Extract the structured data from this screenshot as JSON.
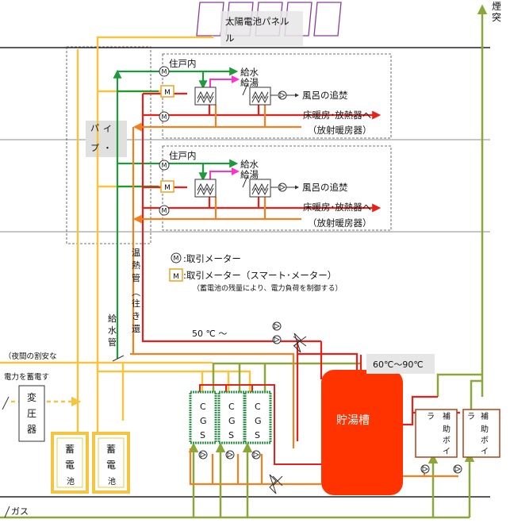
{
  "labels": {
    "solar_panel": "太陽電池パネル",
    "chimney": "煙突",
    "pipe_space": "パイプ",
    "unit_interior": "住戸内",
    "water_supply": "給水",
    "hot_water_supply": "給湯",
    "bath_reheat": "風呂の追焚",
    "floor_heating": "床暖房･放熱器へ",
    "radiant_heater": "（放射暖房器）",
    "meter_legend_m": "取引メーター",
    "meter_legend_smart": "取引メーター（スマート･メーター）",
    "meter_legend_note": "（蓄電池の残量により、電力負荷を制御する）",
    "hot_water_pipe": "温熱管（往き還）",
    "water_pipe": "給水管",
    "temp_50": "50 ℃ ～",
    "temp_range": "60℃～90℃",
    "night_power": "（夜間の割安な電力を蓄電す",
    "transformer": "変圧器",
    "battery": "蓄電池",
    "cgs": "CGS",
    "storage_tank": "貯湯槽",
    "aux_boiler": "補助ボイラ",
    "gas": "ガス",
    "meter_symbol": "M"
  },
  "colors": {
    "electric": "#f5c542",
    "gas": "#9aa33a",
    "water": "#1f9a3a",
    "hot": "#e8201a",
    "return": "#f08020",
    "pink": "#ff33cc",
    "tank": "#ff3300",
    "cgs_border": "#2e9a4a",
    "boiler_border": "#b0401a"
  }
}
